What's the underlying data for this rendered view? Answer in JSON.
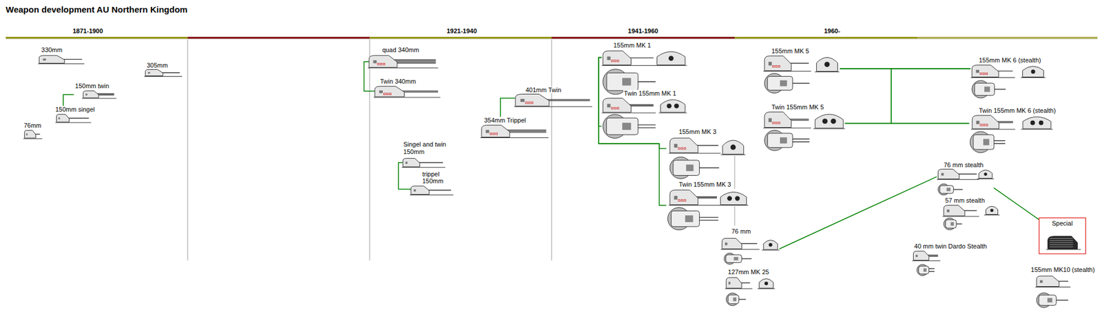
{
  "diagram": {
    "title": "Weapon development AU Northern Kingdom",
    "nodes": [
      {
        "text": [
          "330mm"
        ]
      },
      {
        "text": [
          "305mm"
        ]
      },
      {
        "text": [
          "150mm twin"
        ]
      },
      {
        "text": [
          "150mm singel"
        ]
      },
      {
        "text": [
          "76mm"
        ]
      },
      {
        "text": [
          "quad 340mm"
        ]
      },
      {
        "text": [
          "Twin 340mm"
        ]
      },
      {
        "text": [
          "Singel and twin 150mm"
        ]
      },
      {
        "text": [
          "trippel 150mm"
        ]
      },
      {
        "text": [
          "401mm Twin"
        ]
      },
      {
        "text": [
          "354mm Trippel"
        ]
      },
      {
        "text": [
          "155mm MK 1"
        ]
      },
      {
        "text": [
          "Twin 155mm MK 1"
        ]
      },
      {
        "text": [
          "155mm MK 3"
        ]
      },
      {
        "text": [
          "Twin 155mm MK 3"
        ]
      },
      {
        "text": [
          "76 mm"
        ]
      },
      {
        "text": [
          "127mm MK 25"
        ]
      },
      {
        "text": [
          "155mm MK 5"
        ]
      },
      {
        "text": [
          "Twin 155mm MK 5"
        ]
      },
      {
        "text": [
          "155mm MK 6 (stealth)"
        ]
      },
      {
        "text": [
          "Twin 155mm MK 6 (stealth)"
        ]
      },
      {
        "text": [
          "76 mm stealth"
        ]
      },
      {
        "text": [
          "57 mm stealth"
        ]
      },
      {
        "text": [
          "40 mm twin Dardo Stealth"
        ]
      },
      {
        "text": [
          "Special"
        ]
      },
      {
        "text": [
          "155mm MK10 (stealth)"
        ]
      }
    ],
    "edges": [
      {
        "from": 3,
        "to": 2,
        "arrow": "none"
      },
      {
        "from": 6,
        "to": 5,
        "arrow": "none"
      },
      {
        "from": 7,
        "to": 8,
        "arrow": "none"
      },
      {
        "from": 10,
        "to": 9,
        "arrow": "none"
      },
      {
        "from": 11,
        "to": 12,
        "arrow": "none"
      },
      {
        "from": 11,
        "to": 13,
        "arrow": "none"
      },
      {
        "from": 11,
        "to": 14,
        "arrow": "none"
      },
      {
        "from": 17,
        "to": 19,
        "arrow": "none"
      },
      {
        "from": 17,
        "to": 20,
        "arrow": "none"
      },
      {
        "from": 18,
        "to": 19,
        "arrow": "none"
      },
      {
        "from": 18,
        "to": 20,
        "arrow": "none"
      },
      {
        "from": 15,
        "to": 21,
        "arrow": "none"
      },
      {
        "from": 21,
        "to": 24,
        "arrow": "none"
      }
    ],
    "labels": [
      "1871-1900",
      "1921-1940",
      "1941-1960",
      "1960-"
    ]
  }
}
